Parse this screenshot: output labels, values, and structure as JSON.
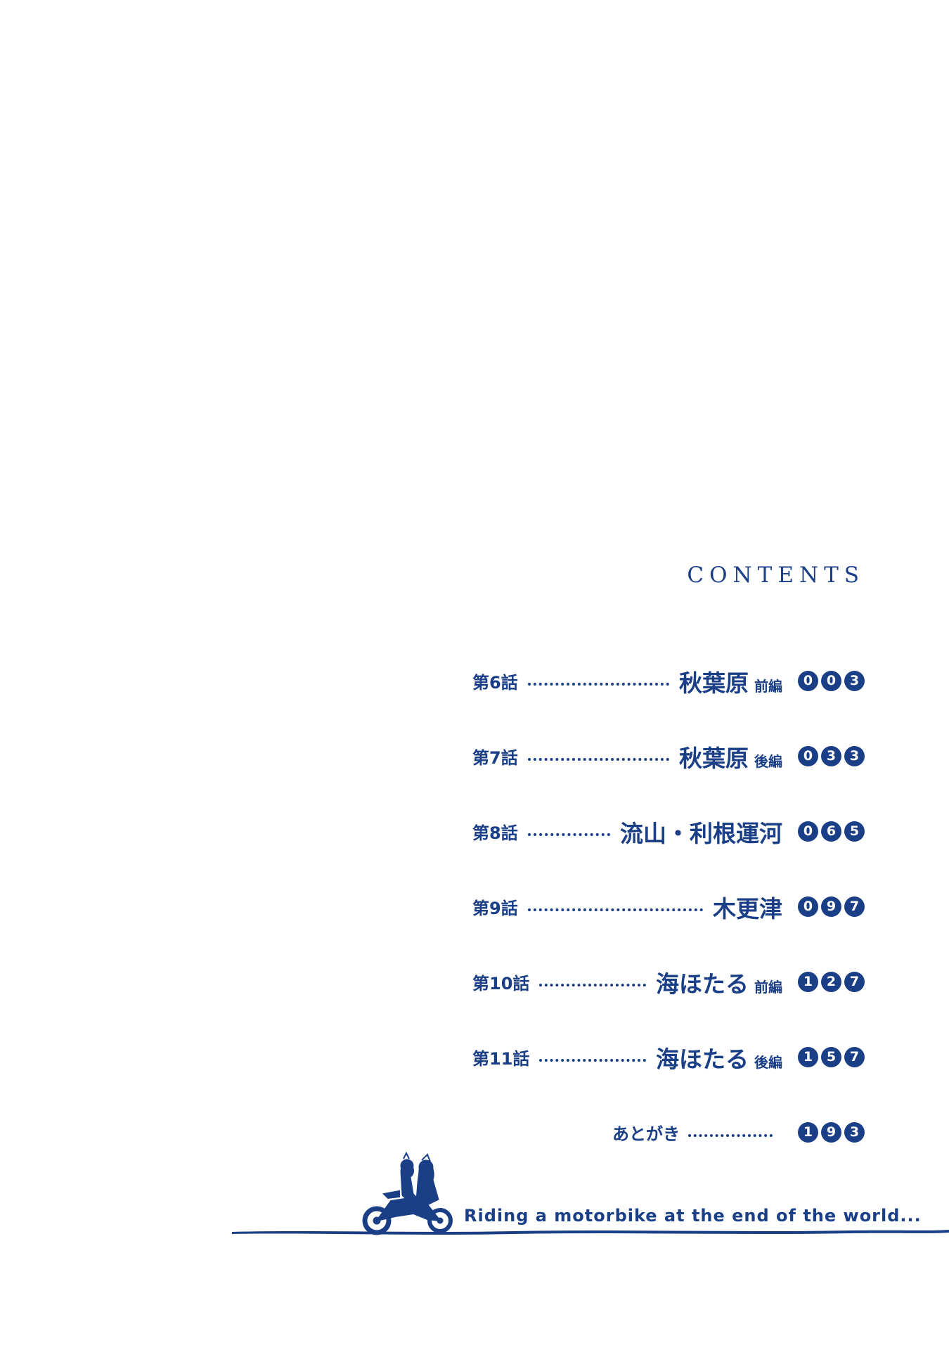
{
  "contents": {
    "heading": "CONTENTS",
    "entries": [
      {
        "episode": "第6話",
        "title": "秋葉原",
        "part": "前編",
        "page": [
          "0",
          "0",
          "3"
        ]
      },
      {
        "episode": "第7話",
        "title": "秋葉原",
        "part": "後編",
        "page": [
          "0",
          "3",
          "3"
        ]
      },
      {
        "episode": "第8話",
        "title": "流山・利根運河",
        "part": "",
        "page": [
          "0",
          "6",
          "5"
        ]
      },
      {
        "episode": "第9話",
        "title": "木更津",
        "part": "",
        "page": [
          "0",
          "9",
          "7"
        ]
      },
      {
        "episode": "第10話",
        "title": "海ほたる",
        "part": "前編",
        "page": [
          "1",
          "2",
          "7"
        ]
      },
      {
        "episode": "第11話",
        "title": "海ほたる",
        "part": "後編",
        "page": [
          "1",
          "5",
          "7"
        ]
      }
    ],
    "afterword": {
      "title": "あとがき",
      "page": [
        "1",
        "9",
        "3"
      ]
    }
  },
  "footer": {
    "tagline": "Riding a motorbike at the end of the world..."
  },
  "colors": {
    "ink": "#1a3f87",
    "background": "#ffffff"
  },
  "icons": {
    "illustration": "motorbike-riders-silhouette"
  }
}
